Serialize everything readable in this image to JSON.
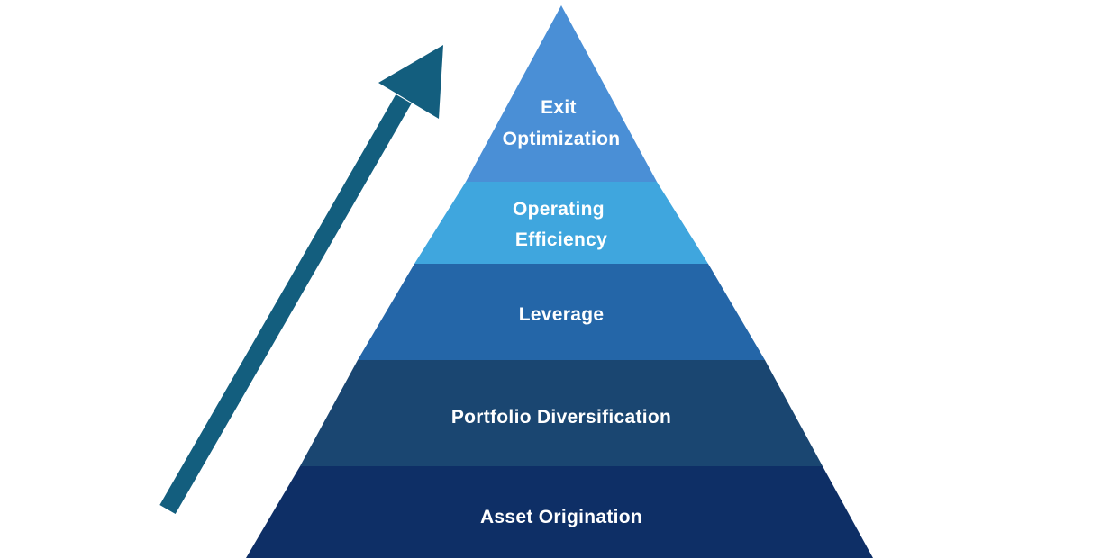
{
  "diagram": {
    "type": "pyramid",
    "tiers_top_to_bottom": [
      {
        "label_lines": [
          "Exit",
          "Optimization"
        ],
        "color": "#4A8FD6"
      },
      {
        "label_lines": [
          "Operating",
          "Efficiency"
        ],
        "color": "#3FA6DE"
      },
      {
        "label_lines": [
          "Leverage"
        ],
        "color": "#2466A8"
      },
      {
        "label_lines": [
          "Portfolio Diversification"
        ],
        "color": "#1A4671"
      },
      {
        "label_lines": [
          "Asset Origination"
        ],
        "color": "#0E2F66"
      }
    ],
    "arrow": {
      "direction": "up-right",
      "color": "#135E7E"
    }
  }
}
